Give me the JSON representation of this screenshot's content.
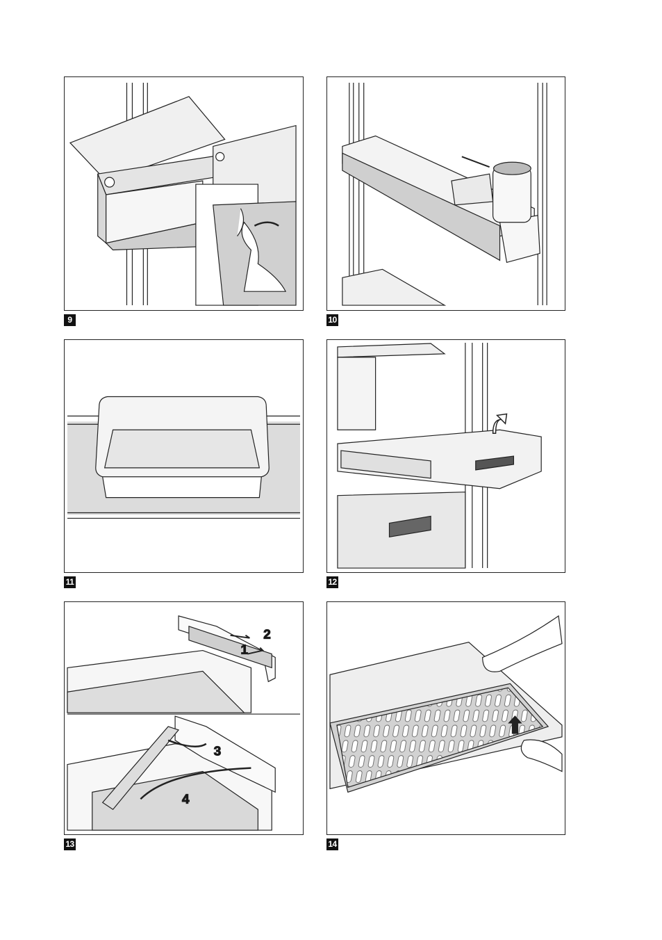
{
  "figures": [
    {
      "number": "9"
    },
    {
      "number": "10"
    },
    {
      "number": "11"
    },
    {
      "number": "12"
    },
    {
      "number": "13",
      "steps": [
        "1",
        "2",
        "3",
        "4"
      ]
    },
    {
      "number": "14"
    }
  ]
}
